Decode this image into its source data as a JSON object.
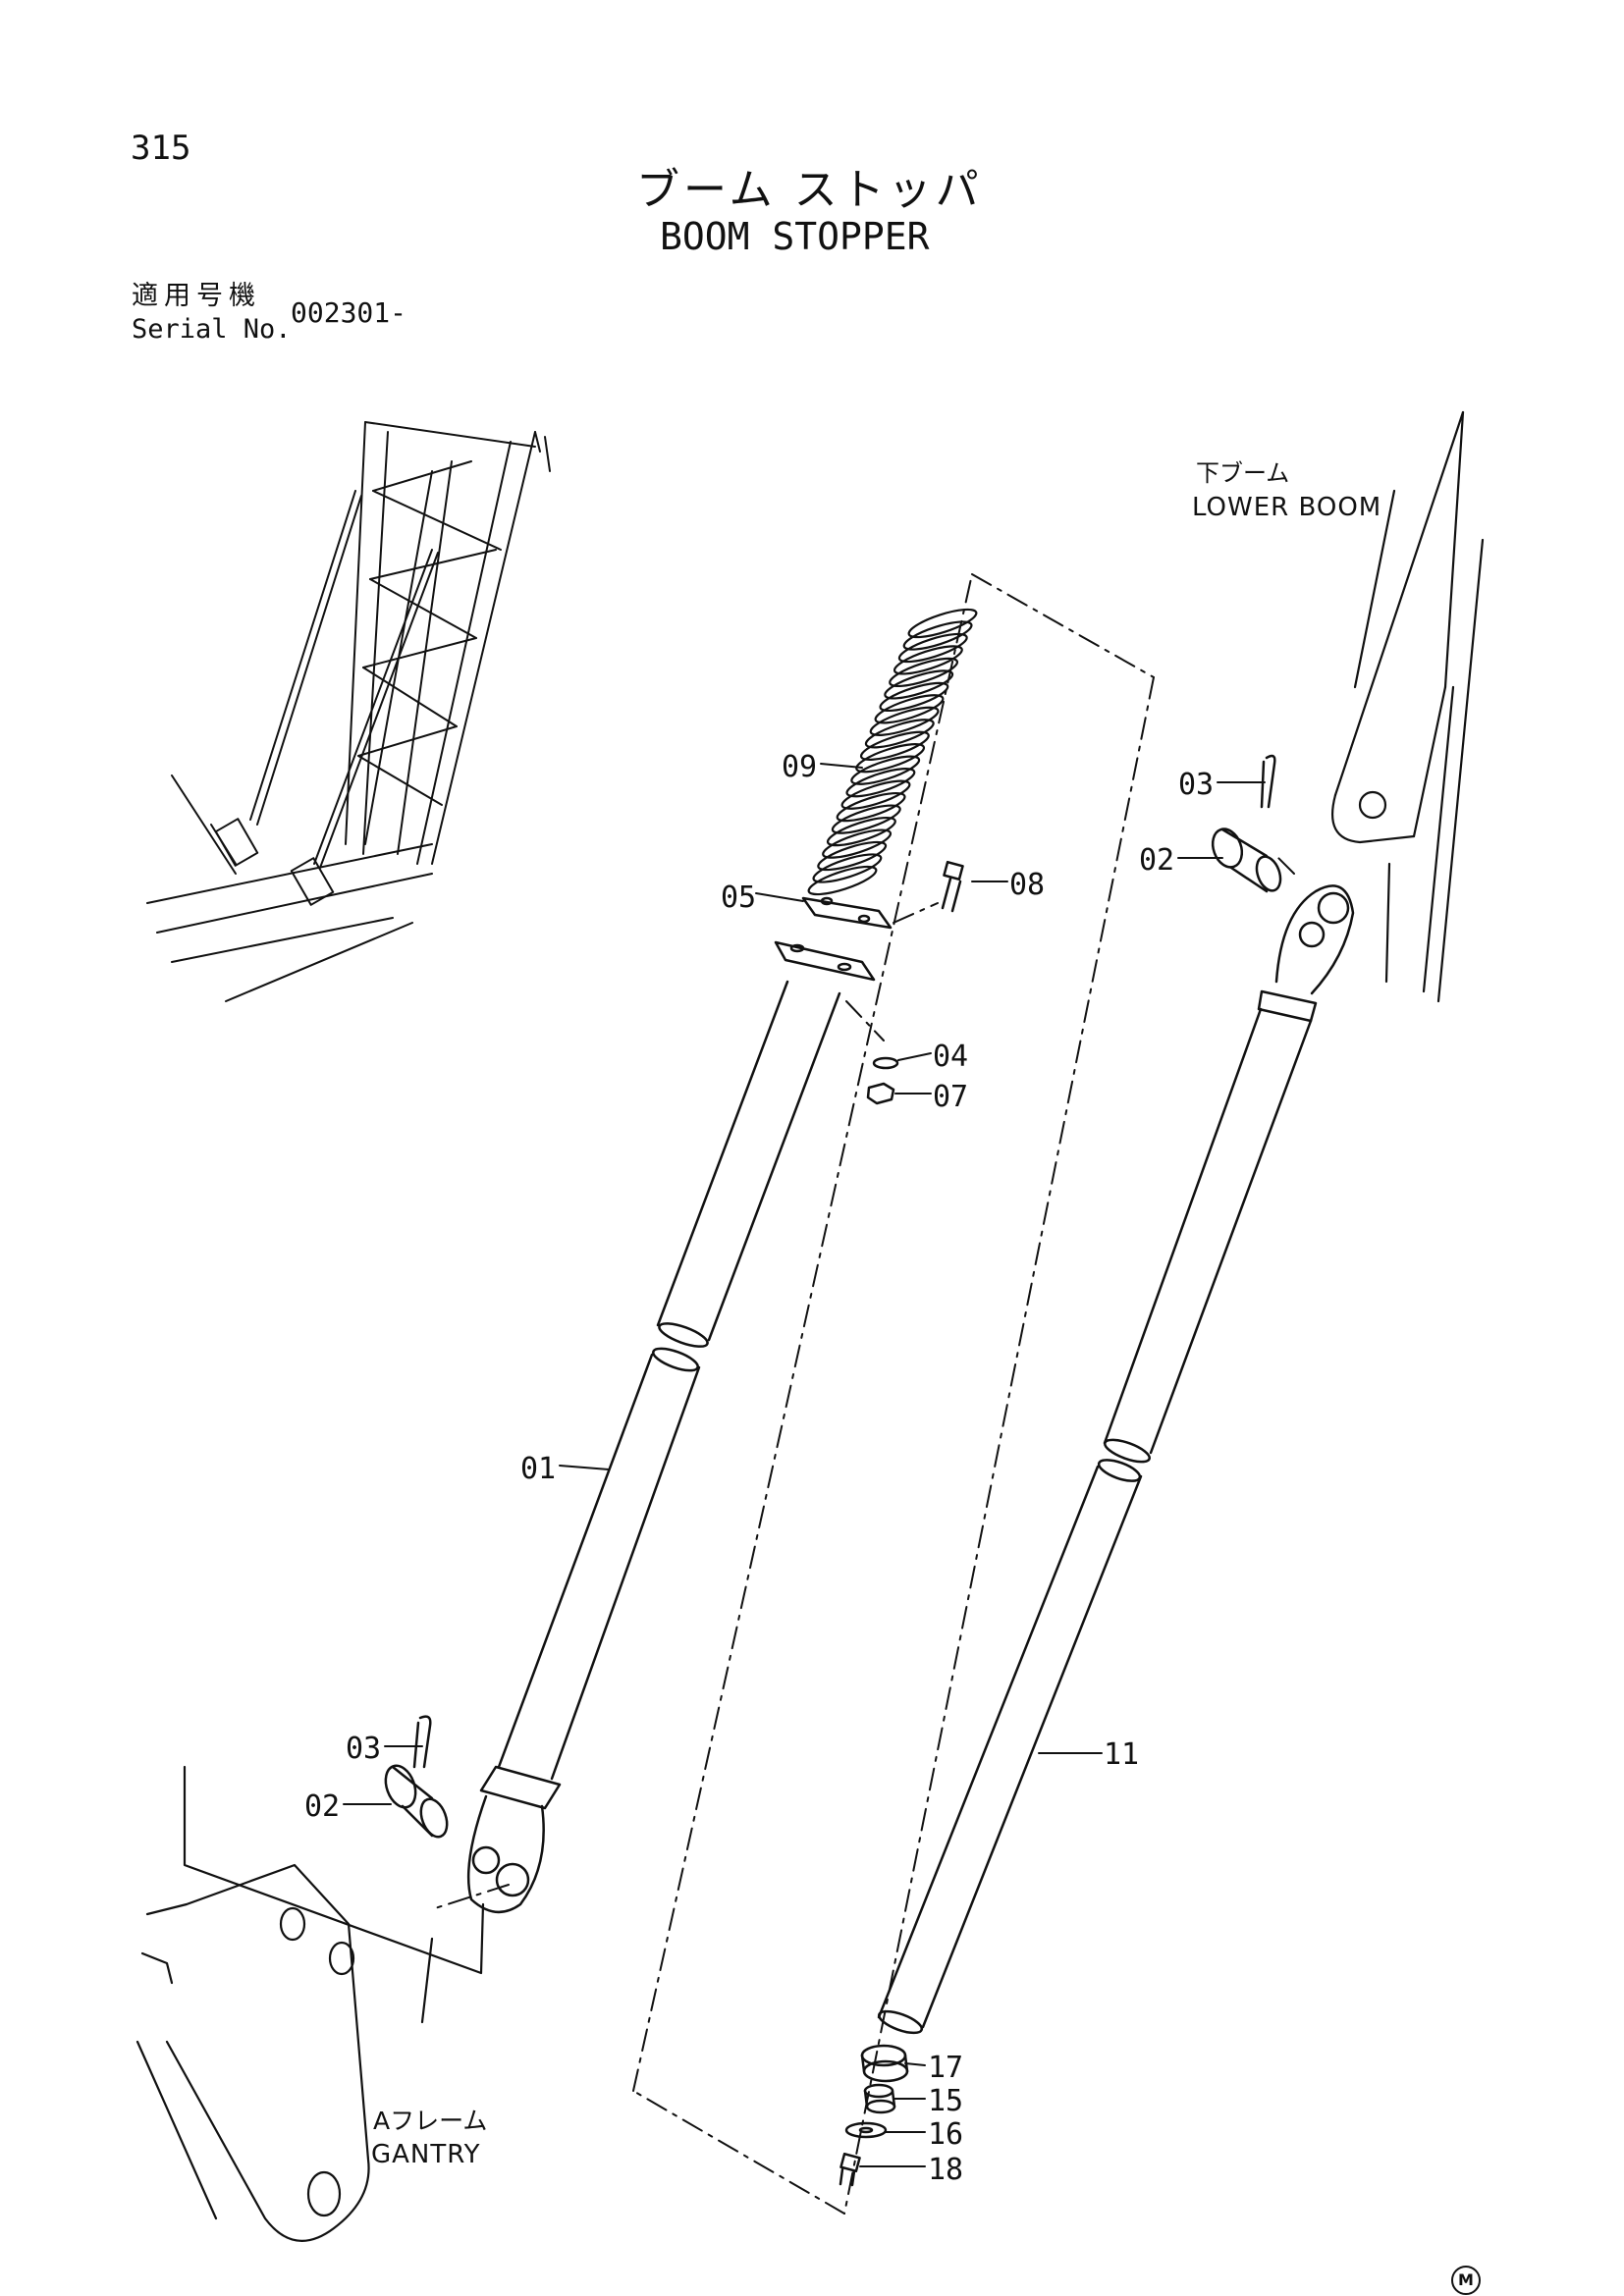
{
  "page": {
    "number": "315",
    "title_jp": "ブーム ストッパ",
    "title_en": "BOOM STOPPER"
  },
  "serial": {
    "label_jp": "適用号機",
    "label_en": "Serial No.",
    "value": "002301-"
  },
  "callouts": {
    "lower_boom_jp": "下ブーム",
    "lower_boom_en": "LOWER BOOM",
    "gantry_jp": "Aフレーム",
    "gantry_en": "GANTRY"
  },
  "parts": [
    {
      "id": "09",
      "side": "left"
    },
    {
      "id": "05",
      "side": "left"
    },
    {
      "id": "08",
      "side": "right"
    },
    {
      "id": "04",
      "side": "right"
    },
    {
      "id": "07",
      "side": "right"
    },
    {
      "id": "01",
      "side": "left"
    },
    {
      "id": "03",
      "side": "left"
    },
    {
      "id": "02",
      "side": "left"
    },
    {
      "id": "03",
      "side": "left"
    },
    {
      "id": "02",
      "side": "left"
    },
    {
      "id": "11",
      "side": "right"
    },
    {
      "id": "17",
      "side": "right"
    },
    {
      "id": "15",
      "side": "right"
    },
    {
      "id": "16",
      "side": "right"
    },
    {
      "id": "18",
      "side": "right"
    }
  ],
  "mark": "M"
}
